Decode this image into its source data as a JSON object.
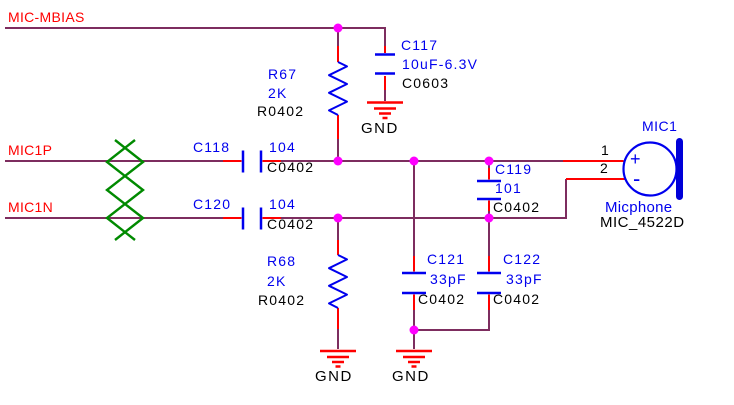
{
  "colors": {
    "wire": "#7D2D5F",
    "pin": "#FF0000",
    "symbol": "#0000EE",
    "junction": "#FF00FF",
    "ground": "#FF0000",
    "net_label": "#FF0000",
    "value_label": "#0000EE",
    "footprint_label": "#000000",
    "diff_pair": "#008A00",
    "mic_bar": "#0000D8",
    "background": "#FFFFFF"
  },
  "nets": {
    "mbias": "MIC-MBIAS",
    "mic1p": "MIC1P",
    "mic1n": "MIC1N"
  },
  "components": {
    "r67": {
      "ref": "R67",
      "value": "2K",
      "footprint": "R0402"
    },
    "r68": {
      "ref": "R68",
      "value": "2K",
      "footprint": "R0402"
    },
    "c117": {
      "ref": "C117",
      "value": "10uF-6.3V",
      "footprint": "C0603"
    },
    "c118": {
      "ref": "C118",
      "value": "104",
      "footprint": "C0402"
    },
    "c119": {
      "ref": "C119",
      "value": "101",
      "footprint": "C0402"
    },
    "c120": {
      "ref": "C120",
      "value": "104",
      "footprint": "C0402"
    },
    "c121": {
      "ref": "C121",
      "value": "33pF",
      "footprint": "C0402"
    },
    "c122": {
      "ref": "C122",
      "value": "33pF",
      "footprint": "C0402"
    },
    "mic1": {
      "ref": "MIC1",
      "name": "Micphone",
      "part": "MIC_4522D",
      "pin1": "1",
      "pin2": "2",
      "plus": "+",
      "minus": "-"
    }
  },
  "grounds": {
    "top": "GND",
    "bottom_left": "GND",
    "bottom_right": "GND"
  }
}
